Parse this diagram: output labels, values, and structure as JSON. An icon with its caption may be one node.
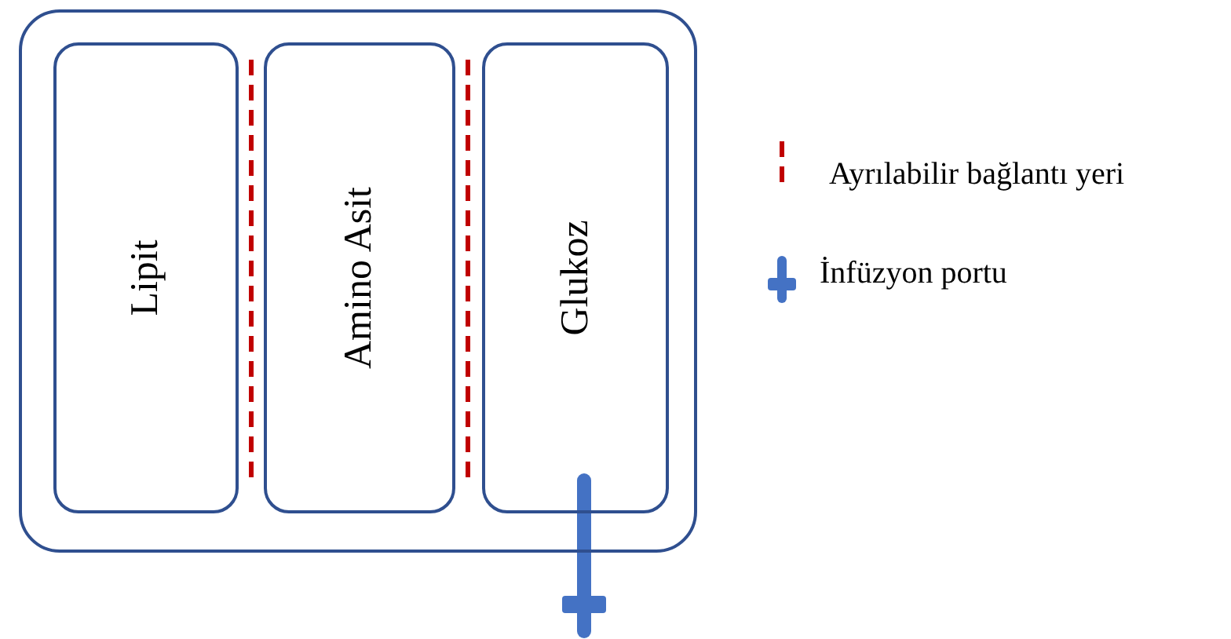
{
  "diagram": {
    "nodes": [
      {
        "text": [],
        "shape": "box"
      },
      {
        "text": [
          "Lipit"
        ],
        "in": 0
      },
      {
        "text": [
          "Amino Asit"
        ],
        "in": 0
      },
      {
        "text": [
          "Glukoz"
        ],
        "in": 0
      }
    ],
    "legend": [
      {
        "text": "Ayrılabilir bağlantı yeri"
      },
      {
        "text": "İnfüzyon portu"
      }
    ]
  }
}
